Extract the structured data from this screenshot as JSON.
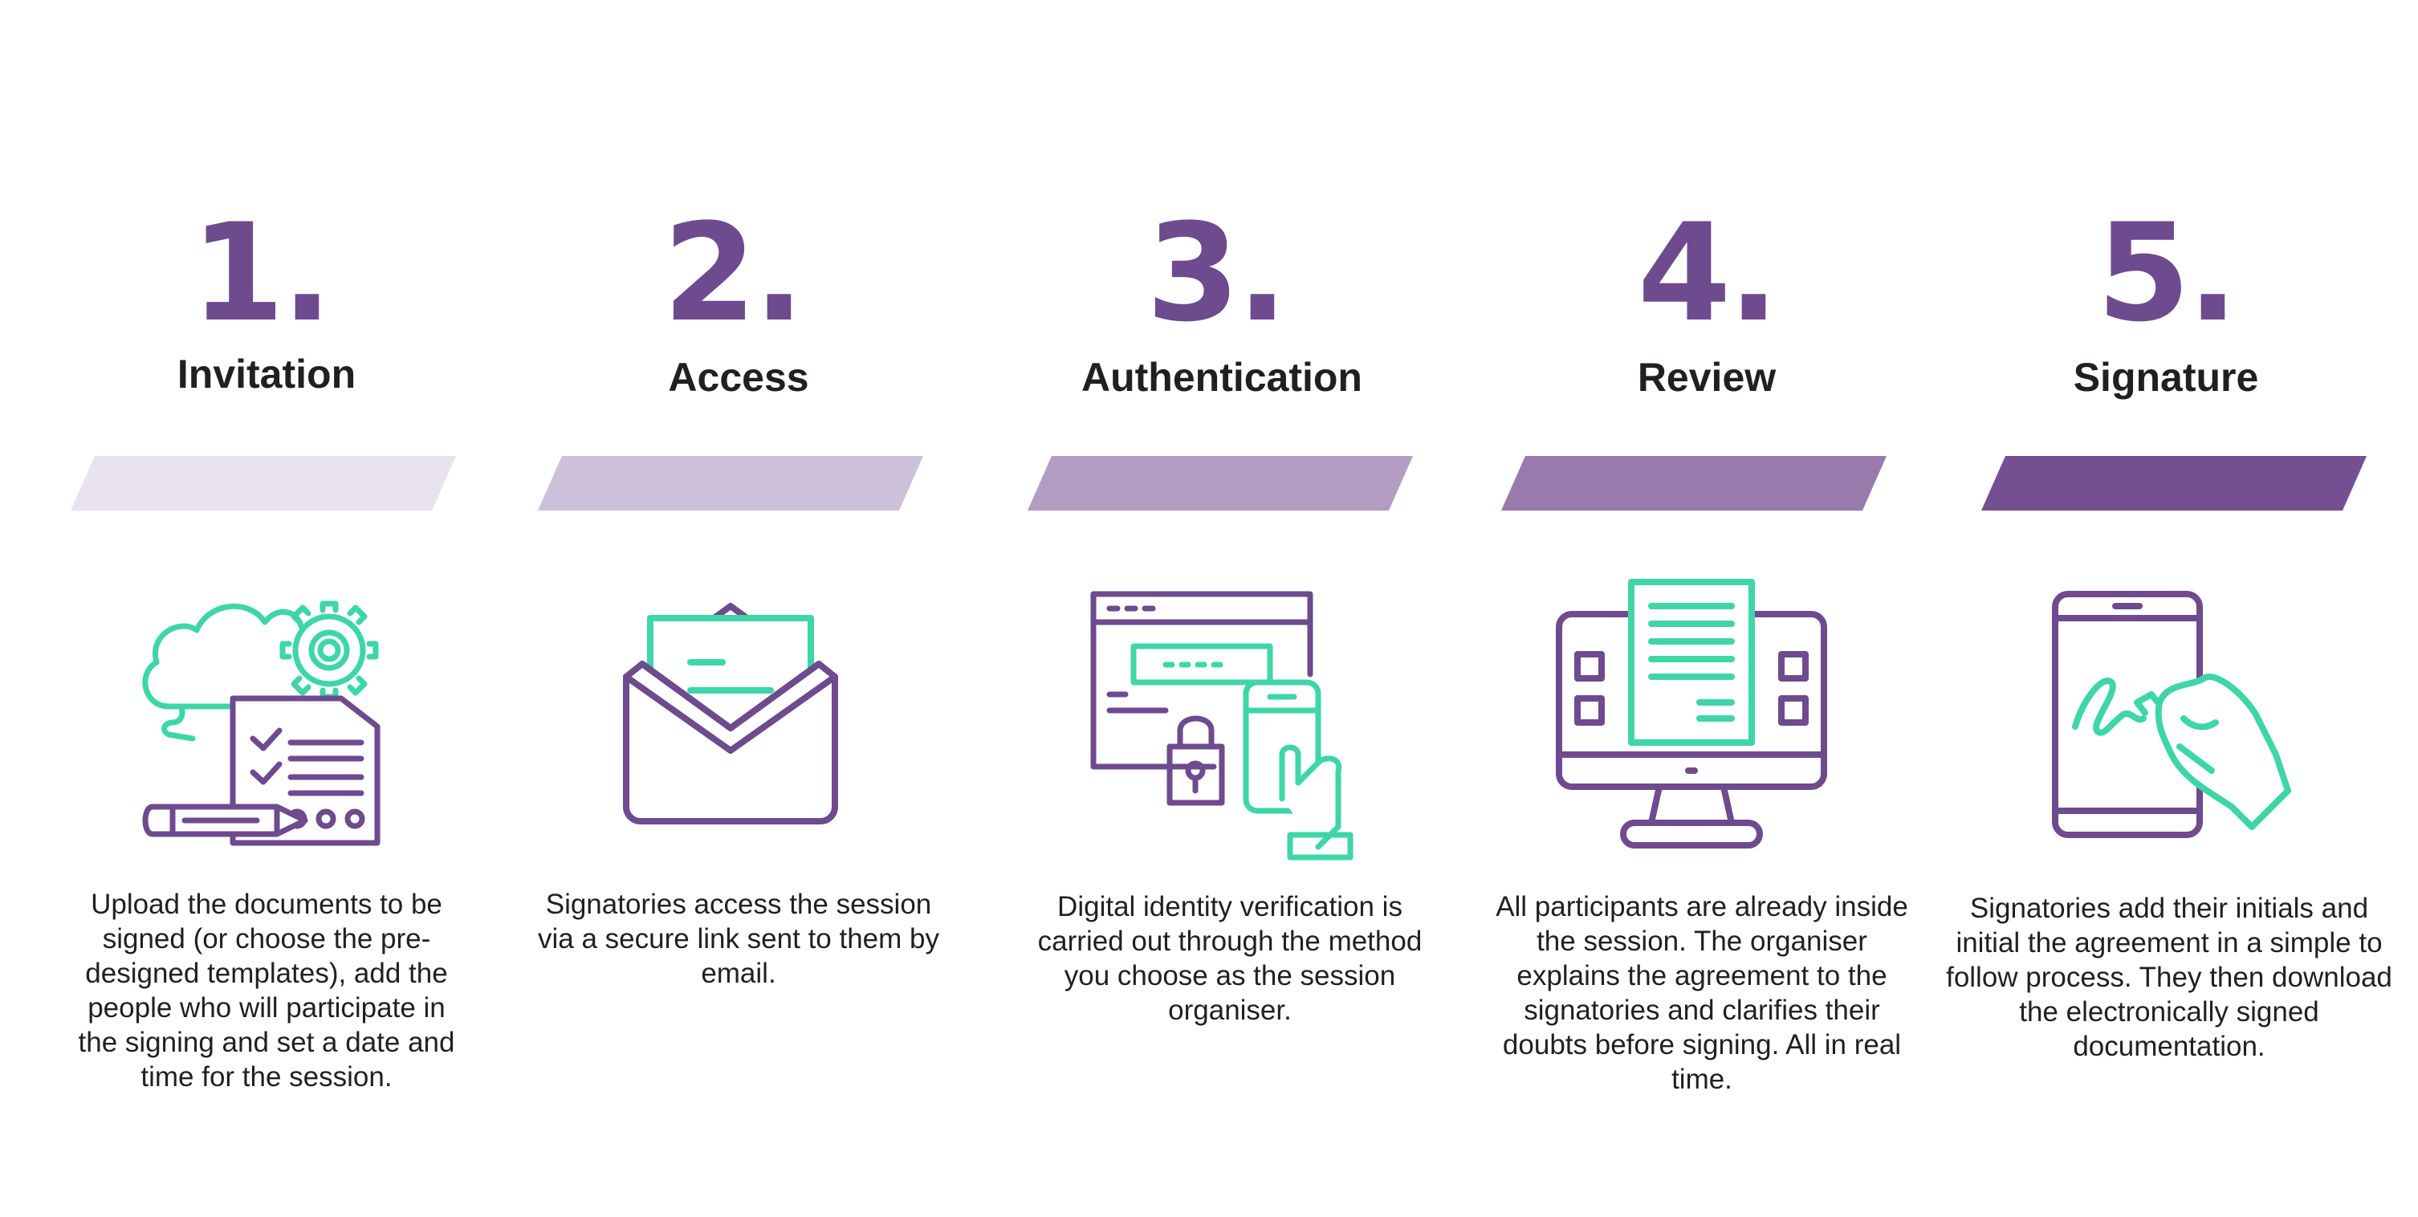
{
  "colors": {
    "purple": "#6e4a8e",
    "green": "#3ed6a8",
    "text": "#231f20",
    "bar_shades": [
      "#e8e3ef",
      "#cdc0da",
      "#b39dc2",
      "#987aad",
      "#744f91"
    ]
  },
  "steps": [
    {
      "number": "1.",
      "title": "Invitation",
      "icon": "document-checklist-cloud-gear-pencil-icon",
      "description": "Upload the documents to be signed (or choose the pre-designed templates), add the people who will participate in the signing and set a date and time for the session."
    },
    {
      "number": "2.",
      "title": "Access",
      "icon": "open-envelope-letter-icon",
      "description": "Signatories access the session via a secure link sent to them by email."
    },
    {
      "number": "3.",
      "title": "Authentication",
      "icon": "browser-lock-phone-hand-icon",
      "description": "Digital identity verification is carried out through the method you choose as the session organiser."
    },
    {
      "number": "4.",
      "title": "Review",
      "icon": "monitor-document-icon",
      "description": "All participants are already inside the session. The organiser explains the agreement to the signatories and clarifies their doubts before signing. All in real time."
    },
    {
      "number": "5.",
      "title": "Signature",
      "icon": "tablet-hand-signing-icon",
      "description": "Signatories add their initials and initial the agreement in a simple to follow process. They then download the electronically signed documentation."
    }
  ]
}
